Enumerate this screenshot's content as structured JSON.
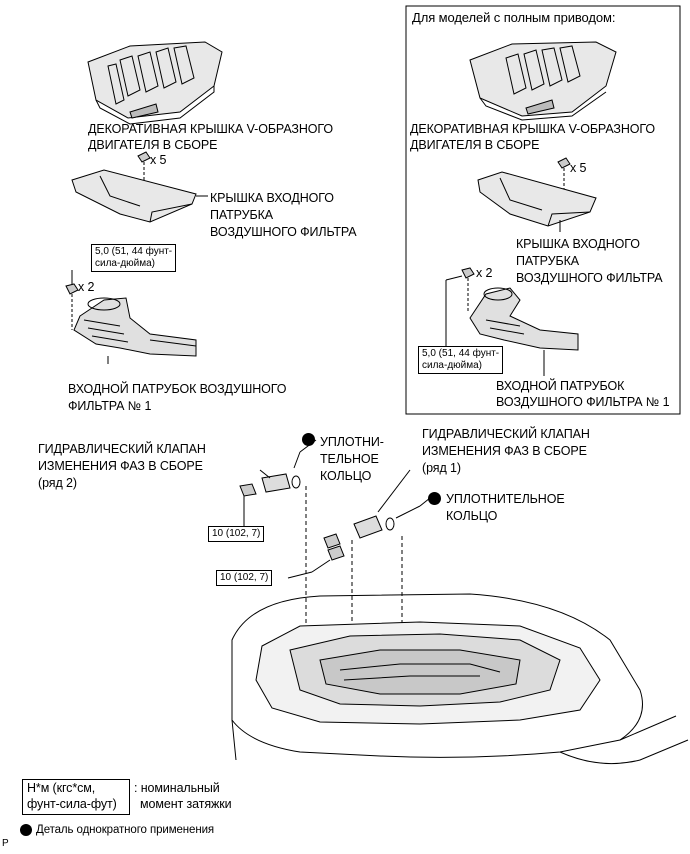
{
  "left": {
    "cover_label_1": "ДЕКОРАТИВНАЯ КРЫШКА V-ОБРАЗНОГО",
    "cover_label_2": "ДВИГАТЕЛЯ В СБОРЕ",
    "cover_qty": "x 5",
    "inlet_cover_1": "КРЫШКА ВХОДНОГО",
    "inlet_cover_2": "ПАТРУБКА",
    "inlet_cover_3": "ВОЗДУШНОГО ФИЛЬТРА",
    "torque_1": "5,0 (51, 44 фунт-",
    "torque_2": "сила-дюйма)",
    "bolt_qty": "x 2",
    "duct_label_1": "ВХОДНОЙ ПАТРУБОК ВОЗДУШНОГО",
    "duct_label_2": "ФИЛЬТРА № 1"
  },
  "awd": {
    "title": "Для моделей с полным приводом:",
    "cover_label_1": "ДЕКОРАТИВНАЯ КРЫШКА V-ОБРАЗНОГО",
    "cover_label_2": "ДВИГАТЕЛЯ В СБОРЕ",
    "cover_qty": "x 5",
    "inlet_cover_1": "КРЫШКА ВХОДНОГО",
    "inlet_cover_2": "ПАТРУБКА",
    "inlet_cover_3": "ВОЗДУШНОГО ФИЛЬТРА",
    "bolt_qty": "x 2",
    "torque_1": "5,0 (51, 44 фунт-",
    "torque_2": "сила-дюйма)",
    "duct_label_1": "ВХОДНОЙ ПАТРУБОК",
    "duct_label_2": "ВОЗДУШНОГО ФИЛЬТРА № 1"
  },
  "lower": {
    "valve2_1": "ГИДРАВЛИЧЕСКИЙ КЛАПАН",
    "valve2_2": "ИЗМЕНЕНИЯ ФАЗ В СБОРЕ",
    "valve2_3": "(ряд 2)",
    "seal_a_1": "УПЛОТНИ-",
    "seal_a_2": "ТЕЛЬНОЕ",
    "seal_a_3": "КОЛЬЦО",
    "valve1_1": "ГИДРАВЛИЧЕСКИЙ КЛАПАН",
    "valve1_2": "ИЗМЕНЕНИЯ ФАЗ В СБОРЕ",
    "valve1_3": "(ряд 1)",
    "seal_b_1": "УПЛОТНИТЕЛЬНОЕ",
    "seal_b_2": "КОЛЬЦО",
    "torque_a": "10 (102, 7)",
    "torque_b": "10 (102, 7)"
  },
  "legend": {
    "unit_1": "Н*м (кгс*см,",
    "unit_2": "фунт-сила-фут)",
    "desc_1": ": номинальный",
    "desc_2": "момент затяжки",
    "single_use": "Деталь однократного применения"
  },
  "corner_mark": "P"
}
